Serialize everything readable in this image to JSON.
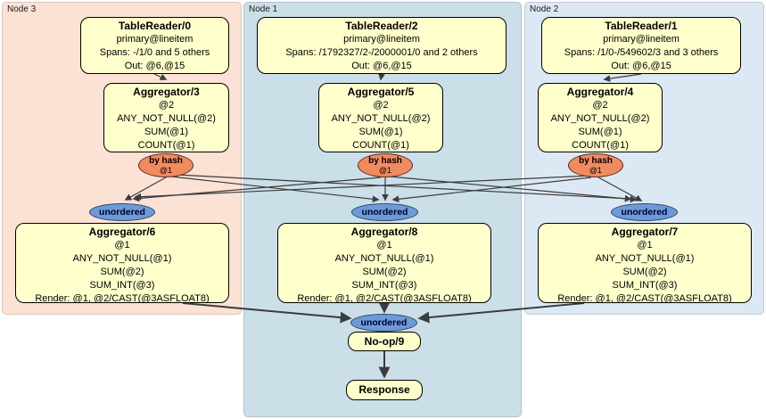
{
  "nodes": [
    {
      "label": "Node 3",
      "table_reader": {
        "title": "TableReader/0",
        "lines": [
          "primary@lineitem",
          "Spans: -/1/0 and 5 others",
          "Out: @6,@15"
        ]
      },
      "aggregator_top": {
        "title": "Aggregator/3",
        "lines": [
          "@2",
          "ANY_NOT_NULL(@2)",
          "SUM(@1)",
          "COUNT(@1)"
        ]
      },
      "router": {
        "label": "by hash",
        "detail": "@1"
      },
      "sync": {
        "label": "unordered"
      },
      "aggregator_bottom": {
        "title": "Aggregator/6",
        "lines": [
          "@1",
          "ANY_NOT_NULL(@1)",
          "SUM(@2)",
          "SUM_INT(@3)",
          "Render: @1, @2/CAST(@3ASFLOAT8)"
        ]
      }
    },
    {
      "label": "Node 1",
      "table_reader": {
        "title": "TableReader/2",
        "lines": [
          "primary@lineitem",
          "Spans: /1792327/2-/2000001/0 and 2 others",
          "Out: @6,@15"
        ]
      },
      "aggregator_top": {
        "title": "Aggregator/5",
        "lines": [
          "@2",
          "ANY_NOT_NULL(@2)",
          "SUM(@1)",
          "COUNT(@1)"
        ]
      },
      "router": {
        "label": "by hash",
        "detail": "@1"
      },
      "sync": {
        "label": "unordered"
      },
      "aggregator_bottom": {
        "title": "Aggregator/8",
        "lines": [
          "@1",
          "ANY_NOT_NULL(@1)",
          "SUM(@2)",
          "SUM_INT(@3)",
          "Render: @1, @2/CAST(@3ASFLOAT8)"
        ]
      }
    },
    {
      "label": "Node 2",
      "table_reader": {
        "title": "TableReader/1",
        "lines": [
          "primary@lineitem",
          "Spans: /1/0-/549602/3 and 3 others",
          "Out: @6,@15"
        ]
      },
      "aggregator_top": {
        "title": "Aggregator/4",
        "lines": [
          "@2",
          "ANY_NOT_NULL(@2)",
          "SUM(@1)",
          "COUNT(@1)"
        ]
      },
      "router": {
        "label": "by hash",
        "detail": "@1"
      },
      "sync": {
        "label": "unordered"
      },
      "aggregator_bottom": {
        "title": "Aggregator/7",
        "lines": [
          "@1",
          "ANY_NOT_NULL(@1)",
          "SUM(@2)",
          "SUM_INT(@3)",
          "Render: @1, @2/CAST(@3ASFLOAT8)"
        ]
      }
    }
  ],
  "final": {
    "sync": {
      "label": "unordered"
    },
    "noop": {
      "title": "No-op/9"
    },
    "response": {
      "title": "Response"
    }
  },
  "colors": {
    "node3_bg": "#fbe2d5",
    "node1_bg": "#cbdfe9",
    "node2_bg": "#dce8f4",
    "processor_bg": "#ffffcc",
    "router_bg": "#f28a60",
    "sync_bg": "#6d9ad9",
    "edge": "#3c3c3c"
  }
}
